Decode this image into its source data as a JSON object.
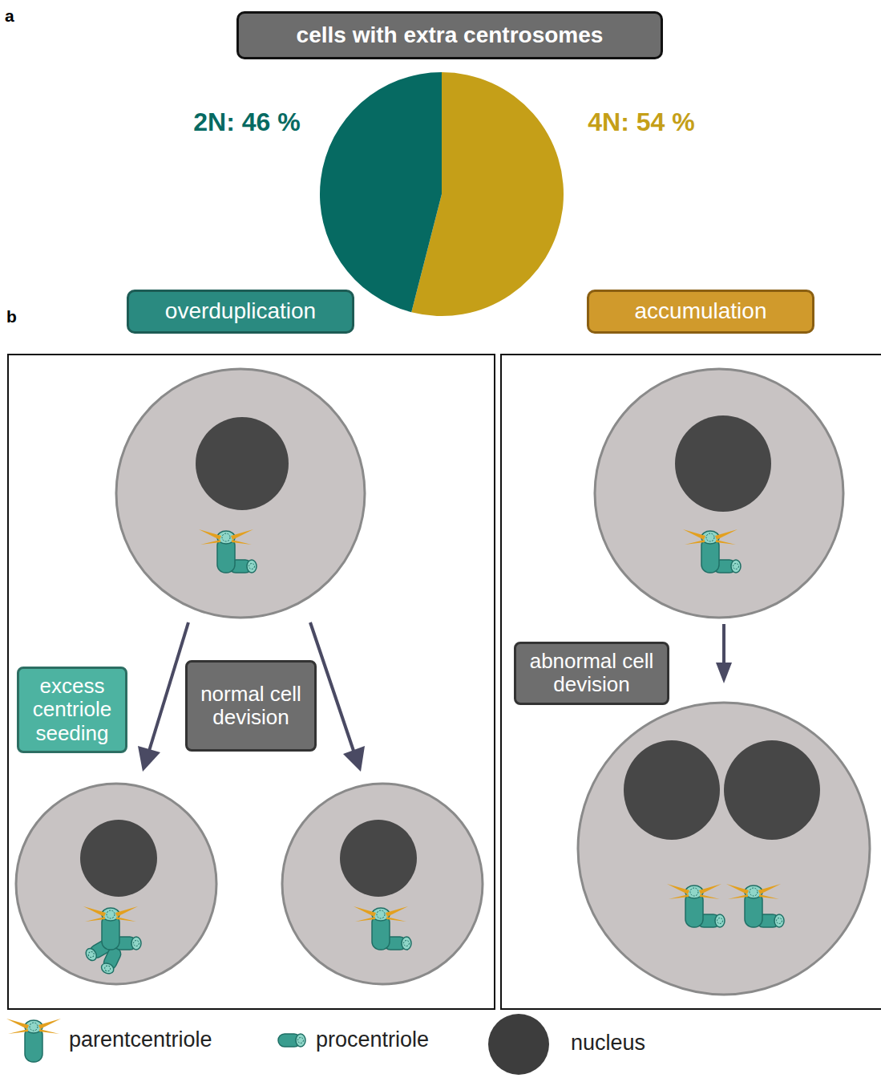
{
  "diagram": {
    "title": "cells with extra centrosomes",
    "nodes": [
      {
        "text": [
          "cells with extra centrosomes"
        ]
      },
      {
        "text": [
          "overduplication"
        ]
      },
      {
        "text": [
          "accumulation"
        ]
      },
      {
        "text": [
          "excess centriole seeding"
        ]
      },
      {
        "text": [
          "normal cell devision"
        ]
      },
      {
        "text": [
          "abnormal cell devision"
        ]
      }
    ],
    "labels": [
      "a",
      "b",
      "2N: 46 %",
      "4N: 54 %"
    ],
    "legend": [
      {
        "text": "parentcentriole"
      },
      {
        "text": "procentriole"
      },
      {
        "text": "nucleus",
        "color": "#3d3d3d"
      }
    ]
  }
}
